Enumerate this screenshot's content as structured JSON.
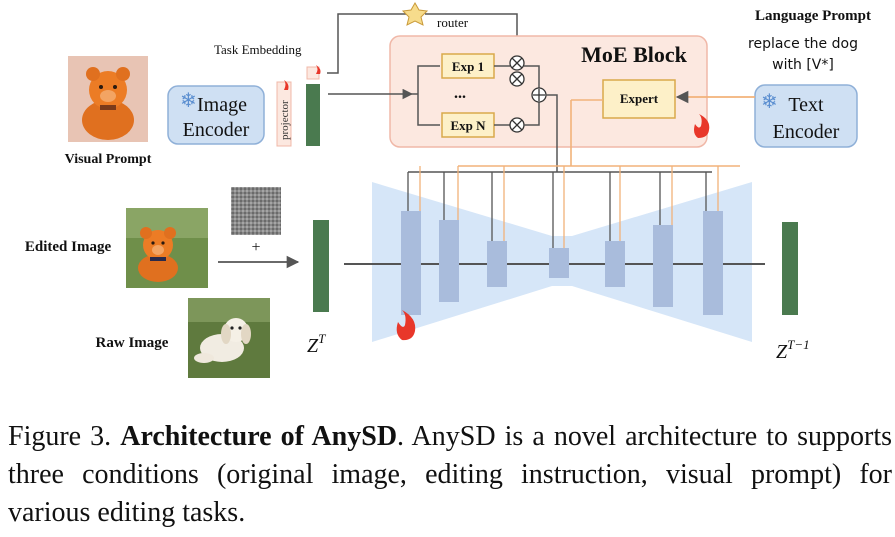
{
  "labels": {
    "visual_prompt": "Visual Prompt",
    "image_encoder_line1": "Image",
    "image_encoder_line2": "Encoder",
    "projector": "projector",
    "task_embedding": "Task Embedding",
    "router": "router",
    "moe_block": "MoE Block",
    "exp1": "Exp 1",
    "dots": "...",
    "expn": "Exp N",
    "expert": "Expert",
    "language_prompt": "Language Prompt",
    "language_prompt_text_line1": "replace the dog",
    "language_prompt_text_line2": "with [V*]",
    "text_encoder_line1": "Text",
    "text_encoder_line2": "Encoder",
    "edited_image": "Edited Image",
    "raw_image": "Raw Image",
    "plus": "+",
    "zt": "Z",
    "zt_sup": "T",
    "zt1": "Z",
    "zt1_sup": "T−1"
  },
  "caption": {
    "prefix": "Figure 3. ",
    "bold": "Architecture of AnySD",
    "rest": ". AnySD is a novel architecture to supports three conditions (original image, editing instruction, visual prompt) for various editing tasks."
  },
  "colors": {
    "encoder_fill": "#cfe0f3",
    "encoder_stroke": "#8fb0d8",
    "moe_fill": "#fce8e0",
    "moe_stroke": "#f0b8a8",
    "expert_fill": "#fdf0c8",
    "expert_stroke": "#d9a94a",
    "latent": "#4a7a4f",
    "unet_bg": "#d6e6f8",
    "unet_block": "#a9bcdc",
    "orange_line": "#f2b27a",
    "gray_line": "#555555",
    "fire": "#e8372a"
  }
}
